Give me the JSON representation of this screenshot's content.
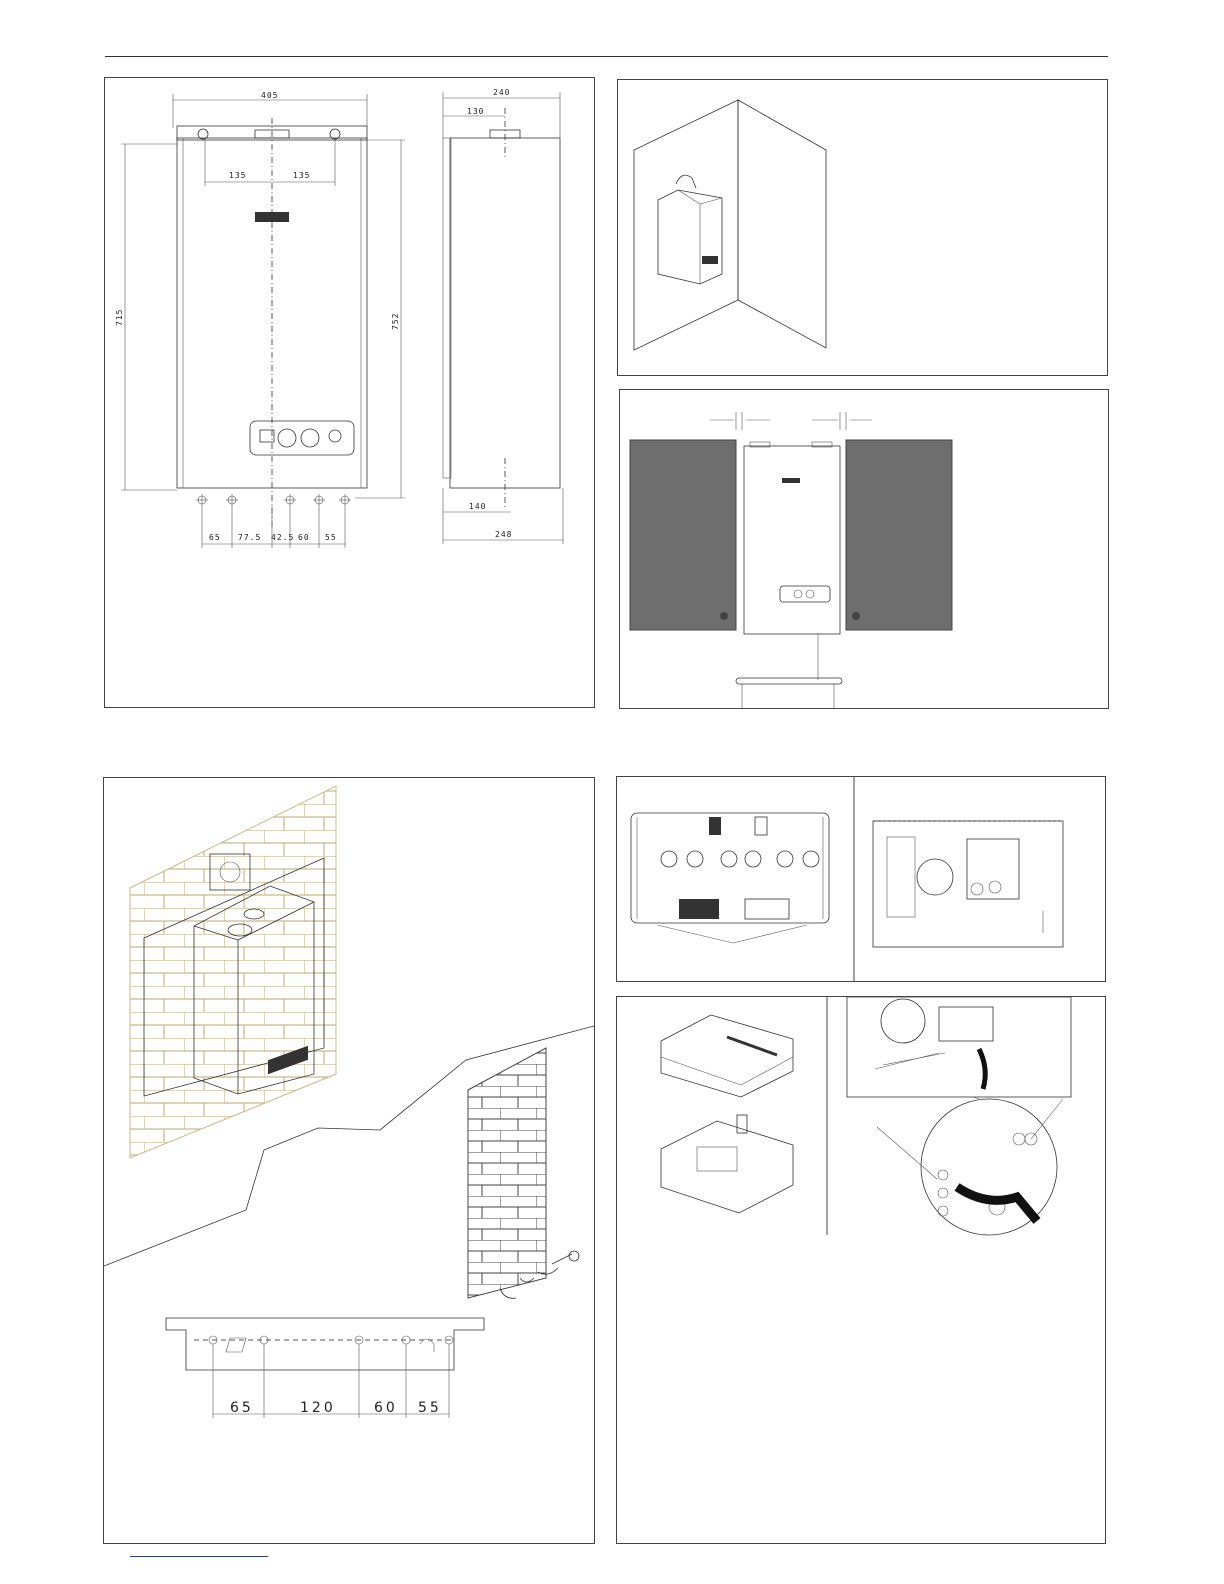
{
  "dimensions_front": {
    "width_top": "405",
    "half_left": "135",
    "half_right": "135",
    "height_left": "715",
    "height_right": "752",
    "bottom_spacings": [
      "65",
      "77.5",
      "42.5",
      "60",
      "55"
    ]
  },
  "dimensions_side": {
    "depth_top": "240",
    "offset_top": "130",
    "offset_bottom": "140",
    "depth_bottom": "248"
  },
  "template_dimensions": [
    "65",
    "120",
    "60",
    "55"
  ],
  "colors": {
    "cabinet_fill": "#6e6e6e",
    "brick_line": "#c9b98a",
    "footer_link": "#2a3fa8"
  }
}
